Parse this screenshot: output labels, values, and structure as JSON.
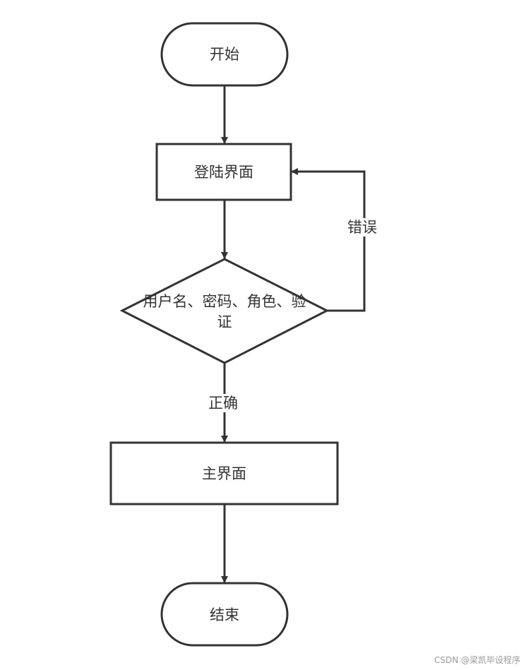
{
  "nodes": {
    "start": "开始",
    "login": "登陆界面",
    "check_line1": "用户名、密码、角色、验",
    "check_line2": "证",
    "main": "主界面",
    "end": "结束"
  },
  "edges": {
    "error": "错误",
    "correct": "正确"
  },
  "watermark": "CSDN @梁凯毕设程序",
  "colors": {
    "stroke": "#333333",
    "text": "#333333",
    "background": "#ffffff"
  }
}
